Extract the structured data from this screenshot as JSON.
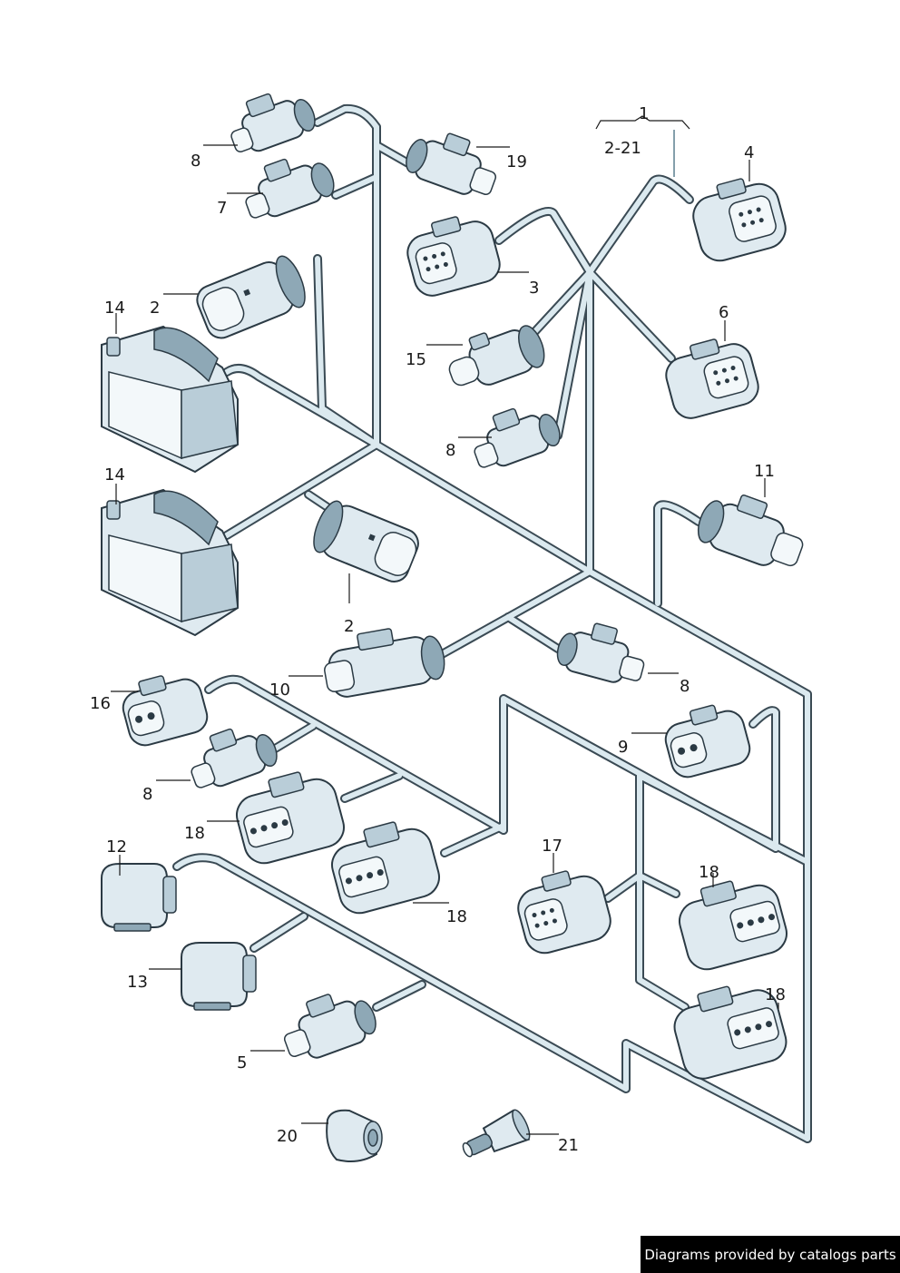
{
  "diagram": {
    "group_bracket": {
      "number": "1",
      "range": "2-21"
    },
    "callouts": {
      "c8a": "8",
      "c7": "7",
      "c19": "19",
      "c2a": "2",
      "c14a": "14",
      "c3": "3",
      "c4": "4",
      "c15": "15",
      "c6": "6",
      "c8b": "8",
      "c14b": "14",
      "c11": "11",
      "c2b": "2",
      "c10": "10",
      "c8c": "8",
      "c16": "16",
      "c9": "9",
      "c8d": "8",
      "c18a": "18",
      "c12": "12",
      "c17": "17",
      "c18b": "18",
      "c18c": "18",
      "c13": "13",
      "c18d": "18",
      "c5": "5",
      "c20": "20",
      "c21": "21"
    }
  },
  "footer": {
    "credit": "Diagrams provided by catalogs parts"
  }
}
